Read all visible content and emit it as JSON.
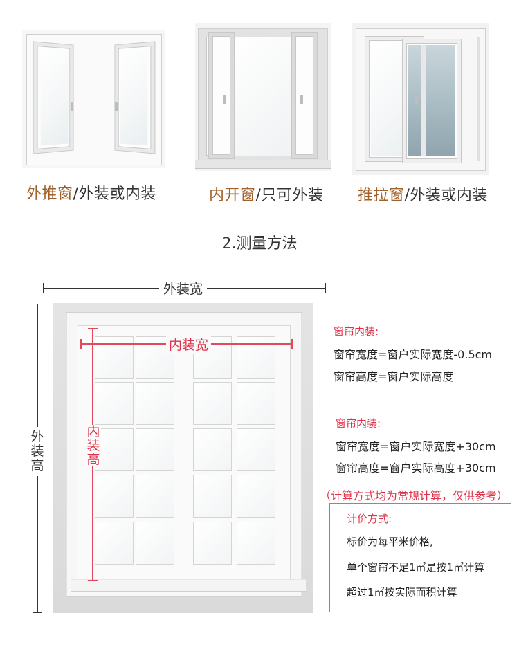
{
  "window_types": [
    {
      "accent": "外推窗",
      "rest": "/外装或内装"
    },
    {
      "accent": "内开窗",
      "rest": "/只可外装"
    },
    {
      "accent": "推拉窗",
      "rest": "/外装或内装"
    }
  ],
  "section_title": "2.测量方法",
  "diagram": {
    "outer_width_label": "外装宽",
    "outer_height_label": "外\n装\n高",
    "inner_width_label": "内装宽",
    "inner_height_label": "内\n装\n高"
  },
  "formulas": [
    {
      "title": "窗帘内装:",
      "lines": [
        "窗帘宽度=窗户实际宽度-0.5cm",
        "窗帘高度=窗户实际高度"
      ]
    },
    {
      "title": "窗帘内装:",
      "lines": [
        "窗帘宽度=窗户实际宽度+30cm",
        "窗帘高度=窗户实际高度+30cm"
      ]
    }
  ],
  "note": "（计算方式均为常规计算，仅供参考）",
  "pricing": {
    "title": "计价方式:",
    "lines": [
      "标价为每平米价格,",
      "单个窗帘不足1㎡是按1㎡计算",
      "超过1㎡按实际面积计算"
    ]
  },
  "colors": {
    "accent": "#a0612a",
    "red": "#e0334a",
    "box_border": "#e66a3d"
  }
}
